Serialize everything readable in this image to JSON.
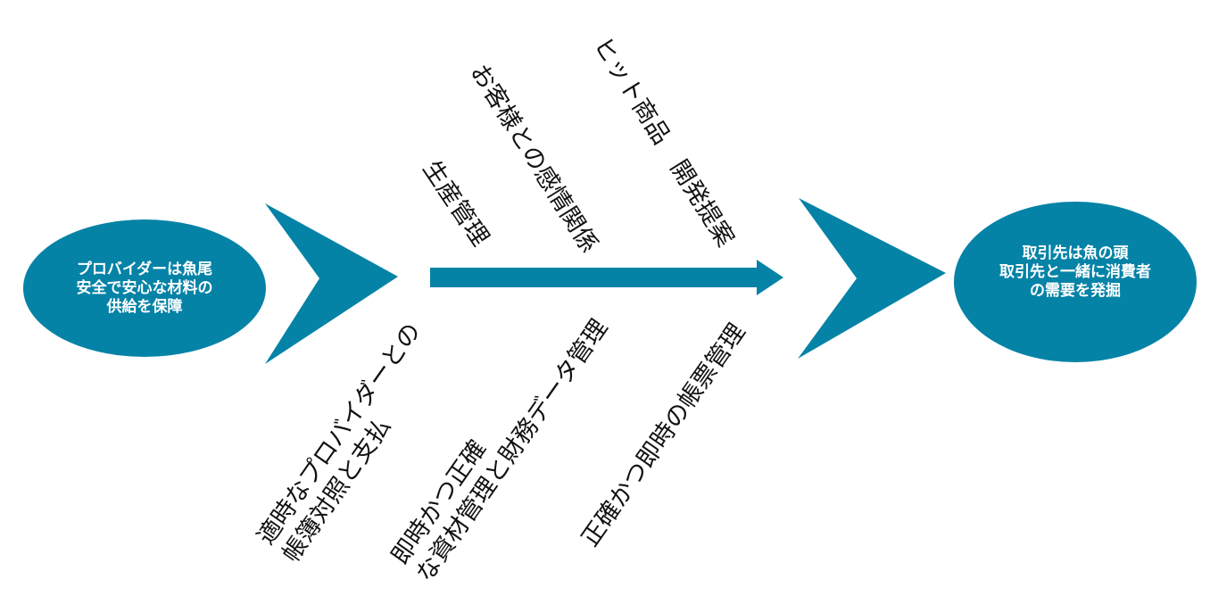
{
  "colors": {
    "shape_fill": "#0583A6",
    "oval_text": "#FFFFFF",
    "label_text": "#111111",
    "background": "#FFFFFF"
  },
  "left_oval": {
    "lines": [
      "プロバイダーは魚尾",
      "安全で安心な材料の",
      "供給を保障"
    ]
  },
  "right_oval": {
    "lines": [
      "取引先は魚の頭",
      "取引先と一緒に消費者",
      "の需要を発掘"
    ]
  },
  "top_labels": {
    "production": "生産管理",
    "customer": "お客様との感情関係",
    "hit_product": "ヒット商品　開発提案"
  },
  "bottom_labels": {
    "provider_line1": "適時なプロバイダーとの",
    "provider_line2": "帳簿対照と支払",
    "finance_line1": "即時かつ正確",
    "finance_line2": "な資材管理と財務データ管理",
    "ledger": "正確かつ即時の帳票管理"
  }
}
